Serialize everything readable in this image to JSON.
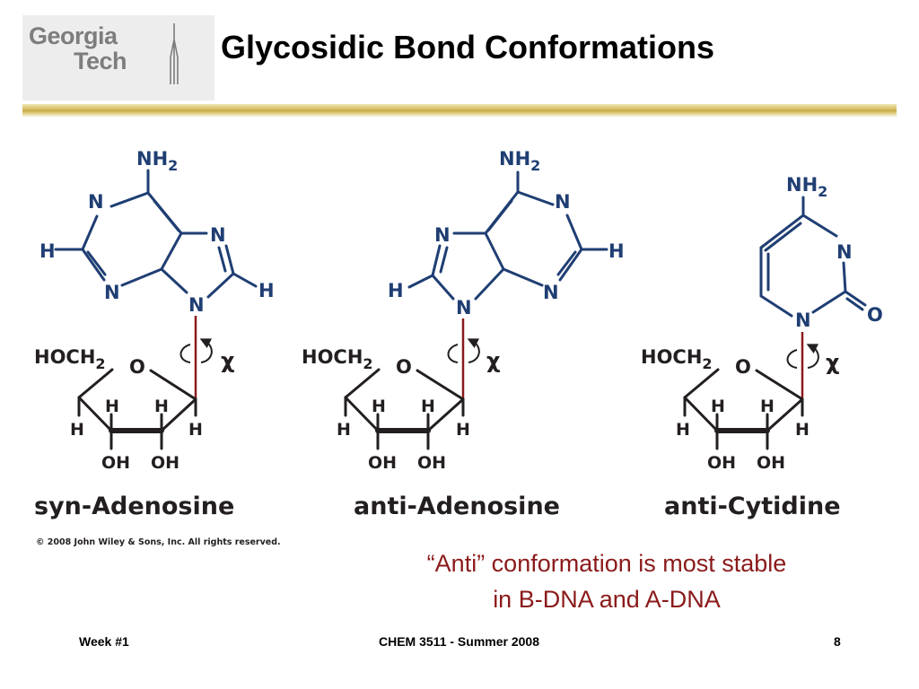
{
  "logo": {
    "line1": "Georgia",
    "line2": "Tech"
  },
  "title": "Glycosidic Bond Conformations",
  "molecules": {
    "syn_adenosine": {
      "name": "syn-Adenosine",
      "atoms": {
        "nh2": "NH",
        "nh2_sub": "2",
        "n1": "N",
        "n3": "N",
        "n7": "N",
        "n9": "N",
        "h2": "H",
        "h8": "H"
      },
      "sugar": {
        "hoch2": "HOCH",
        "hoch2_sub": "2",
        "o": "O",
        "h_left": "H",
        "h_2a": "H",
        "h_3a": "H",
        "h_right": "H",
        "oh1": "OH",
        "oh2": "OH",
        "chi": "χ"
      }
    },
    "anti_adenosine": {
      "name": "anti-Adenosine",
      "atoms": {
        "nh2": "NH",
        "nh2_sub": "2",
        "n1": "N",
        "n3": "N",
        "n7": "N",
        "n9": "N",
        "h2": "H",
        "h8": "H"
      },
      "sugar": {
        "hoch2": "HOCH",
        "hoch2_sub": "2",
        "o": "O",
        "h_left": "H",
        "h_2a": "H",
        "h_3a": "H",
        "h_right": "H",
        "oh1": "OH",
        "oh2": "OH",
        "chi": "χ"
      }
    },
    "anti_cytidine": {
      "name": "anti-Cytidine",
      "atoms": {
        "nh2": "NH",
        "nh2_sub": "2",
        "n3": "N",
        "n1": "N",
        "o2": "O"
      },
      "sugar": {
        "hoch2": "HOCH",
        "hoch2_sub": "2",
        "o": "O",
        "h_left": "H",
        "h_2a": "H",
        "h_3a": "H",
        "h_right": "H",
        "oh1": "OH",
        "oh2": "OH",
        "chi": "χ"
      }
    }
  },
  "copyright": "© 2008 John Wiley & Sons, Inc. All rights reserved.",
  "note": {
    "line1": "“Anti” conformation is most stable",
    "line2": "in B-DNA and A-DNA"
  },
  "footer": {
    "left": "Week #1",
    "center": "CHEM 3511 - Summer 2008",
    "right": "8"
  },
  "colors": {
    "base": "#1f3e73",
    "glycosidic": "#8b1a1a",
    "note": "#8b1a1a"
  }
}
